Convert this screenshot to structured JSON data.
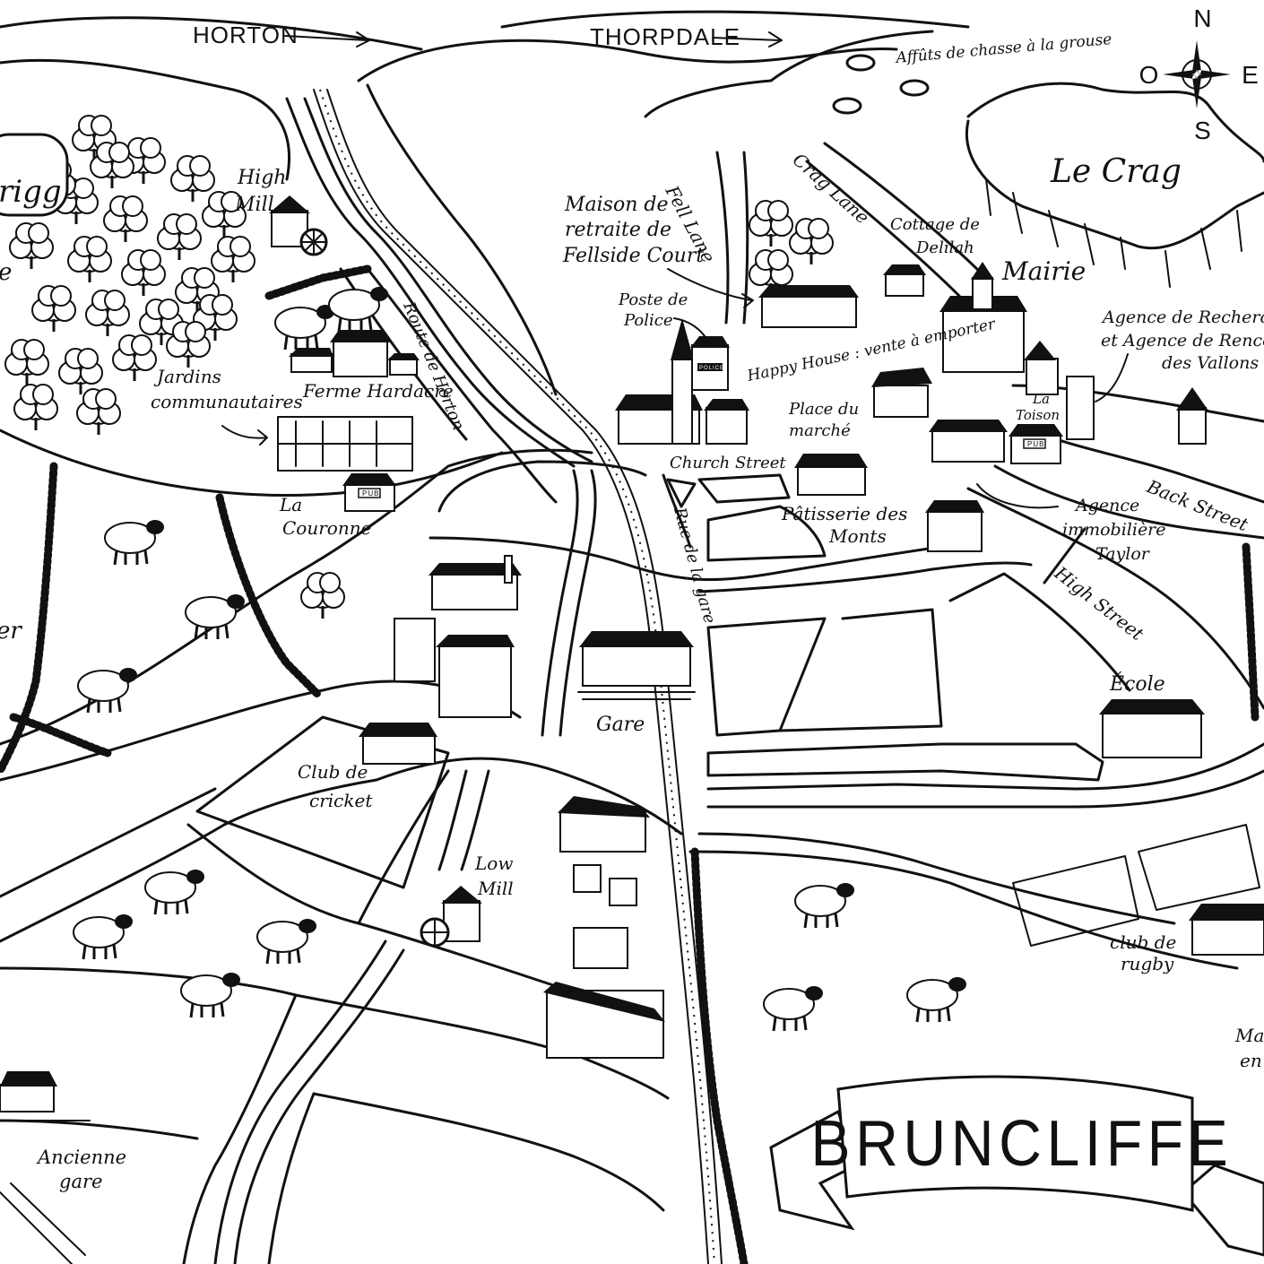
{
  "title": "BRUNCLIFFE",
  "compass": {
    "north": "N",
    "south": "S",
    "west": "O",
    "east": "E"
  },
  "directions": {
    "horton": "HORTON",
    "thorpdale": "THORPDALE"
  },
  "places": {
    "rigg": "rigg",
    "high_mill_1": "High",
    "high_mill_2": "Mill",
    "jardins_1": "Jardins",
    "jardins_2": "communautaires",
    "ferme": "Ferme Hardacre",
    "couronne_1": "La",
    "couronne_2": "Couronne",
    "route_horton": "Route de Horton",
    "maison_1": "Maison de",
    "maison_2": "retraite de",
    "maison_3": "Fellside Court",
    "fell_lane": "Fell Lane",
    "crag_lane": "Crag Lane",
    "poste_1": "Poste de",
    "poste_2": "Police",
    "happy_house": "Happy House : vente à emporter",
    "place_1": "Place du",
    "place_2": "marché",
    "church_street": "Church Street",
    "patisserie_1": "Pâtisserie des",
    "patisserie_2": "Monts",
    "rue_gare": "Rue de la gare",
    "gare": "Gare",
    "cottage_1": "Cottage de",
    "cottage_2": "Delilah",
    "mairie": "Mairie",
    "affuts": "Affûts de chasse à la grouse",
    "le_crag": "Le Crag",
    "agence_rech_1": "Agence de Recherche",
    "agence_rech_2": "et Agence de Rencont",
    "agence_rech_3": "des Vallons",
    "toison_1": "La",
    "toison_2": "Toison",
    "back_street": "Back Street",
    "agence_imm_1": "Agence",
    "agence_imm_2": "immobilière",
    "agence_imm_3": "Taylor",
    "high_street": "High Street",
    "ecole": "École",
    "club_cricket_1": "Club de",
    "club_cricket_2": "cricket",
    "low_mill_1": "Low",
    "low_mill_2": "Mill",
    "club_rugby_1": "club de",
    "club_rugby_2": "rugby",
    "ancienne_1": "Ancienne",
    "ancienne_2": "gare",
    "edge_left_1": "e",
    "edge_left_2": "er",
    "edge_right_1": "Mar",
    "edge_right_2": "en",
    "pub": "PUB",
    "police_sign": "POLICE"
  }
}
